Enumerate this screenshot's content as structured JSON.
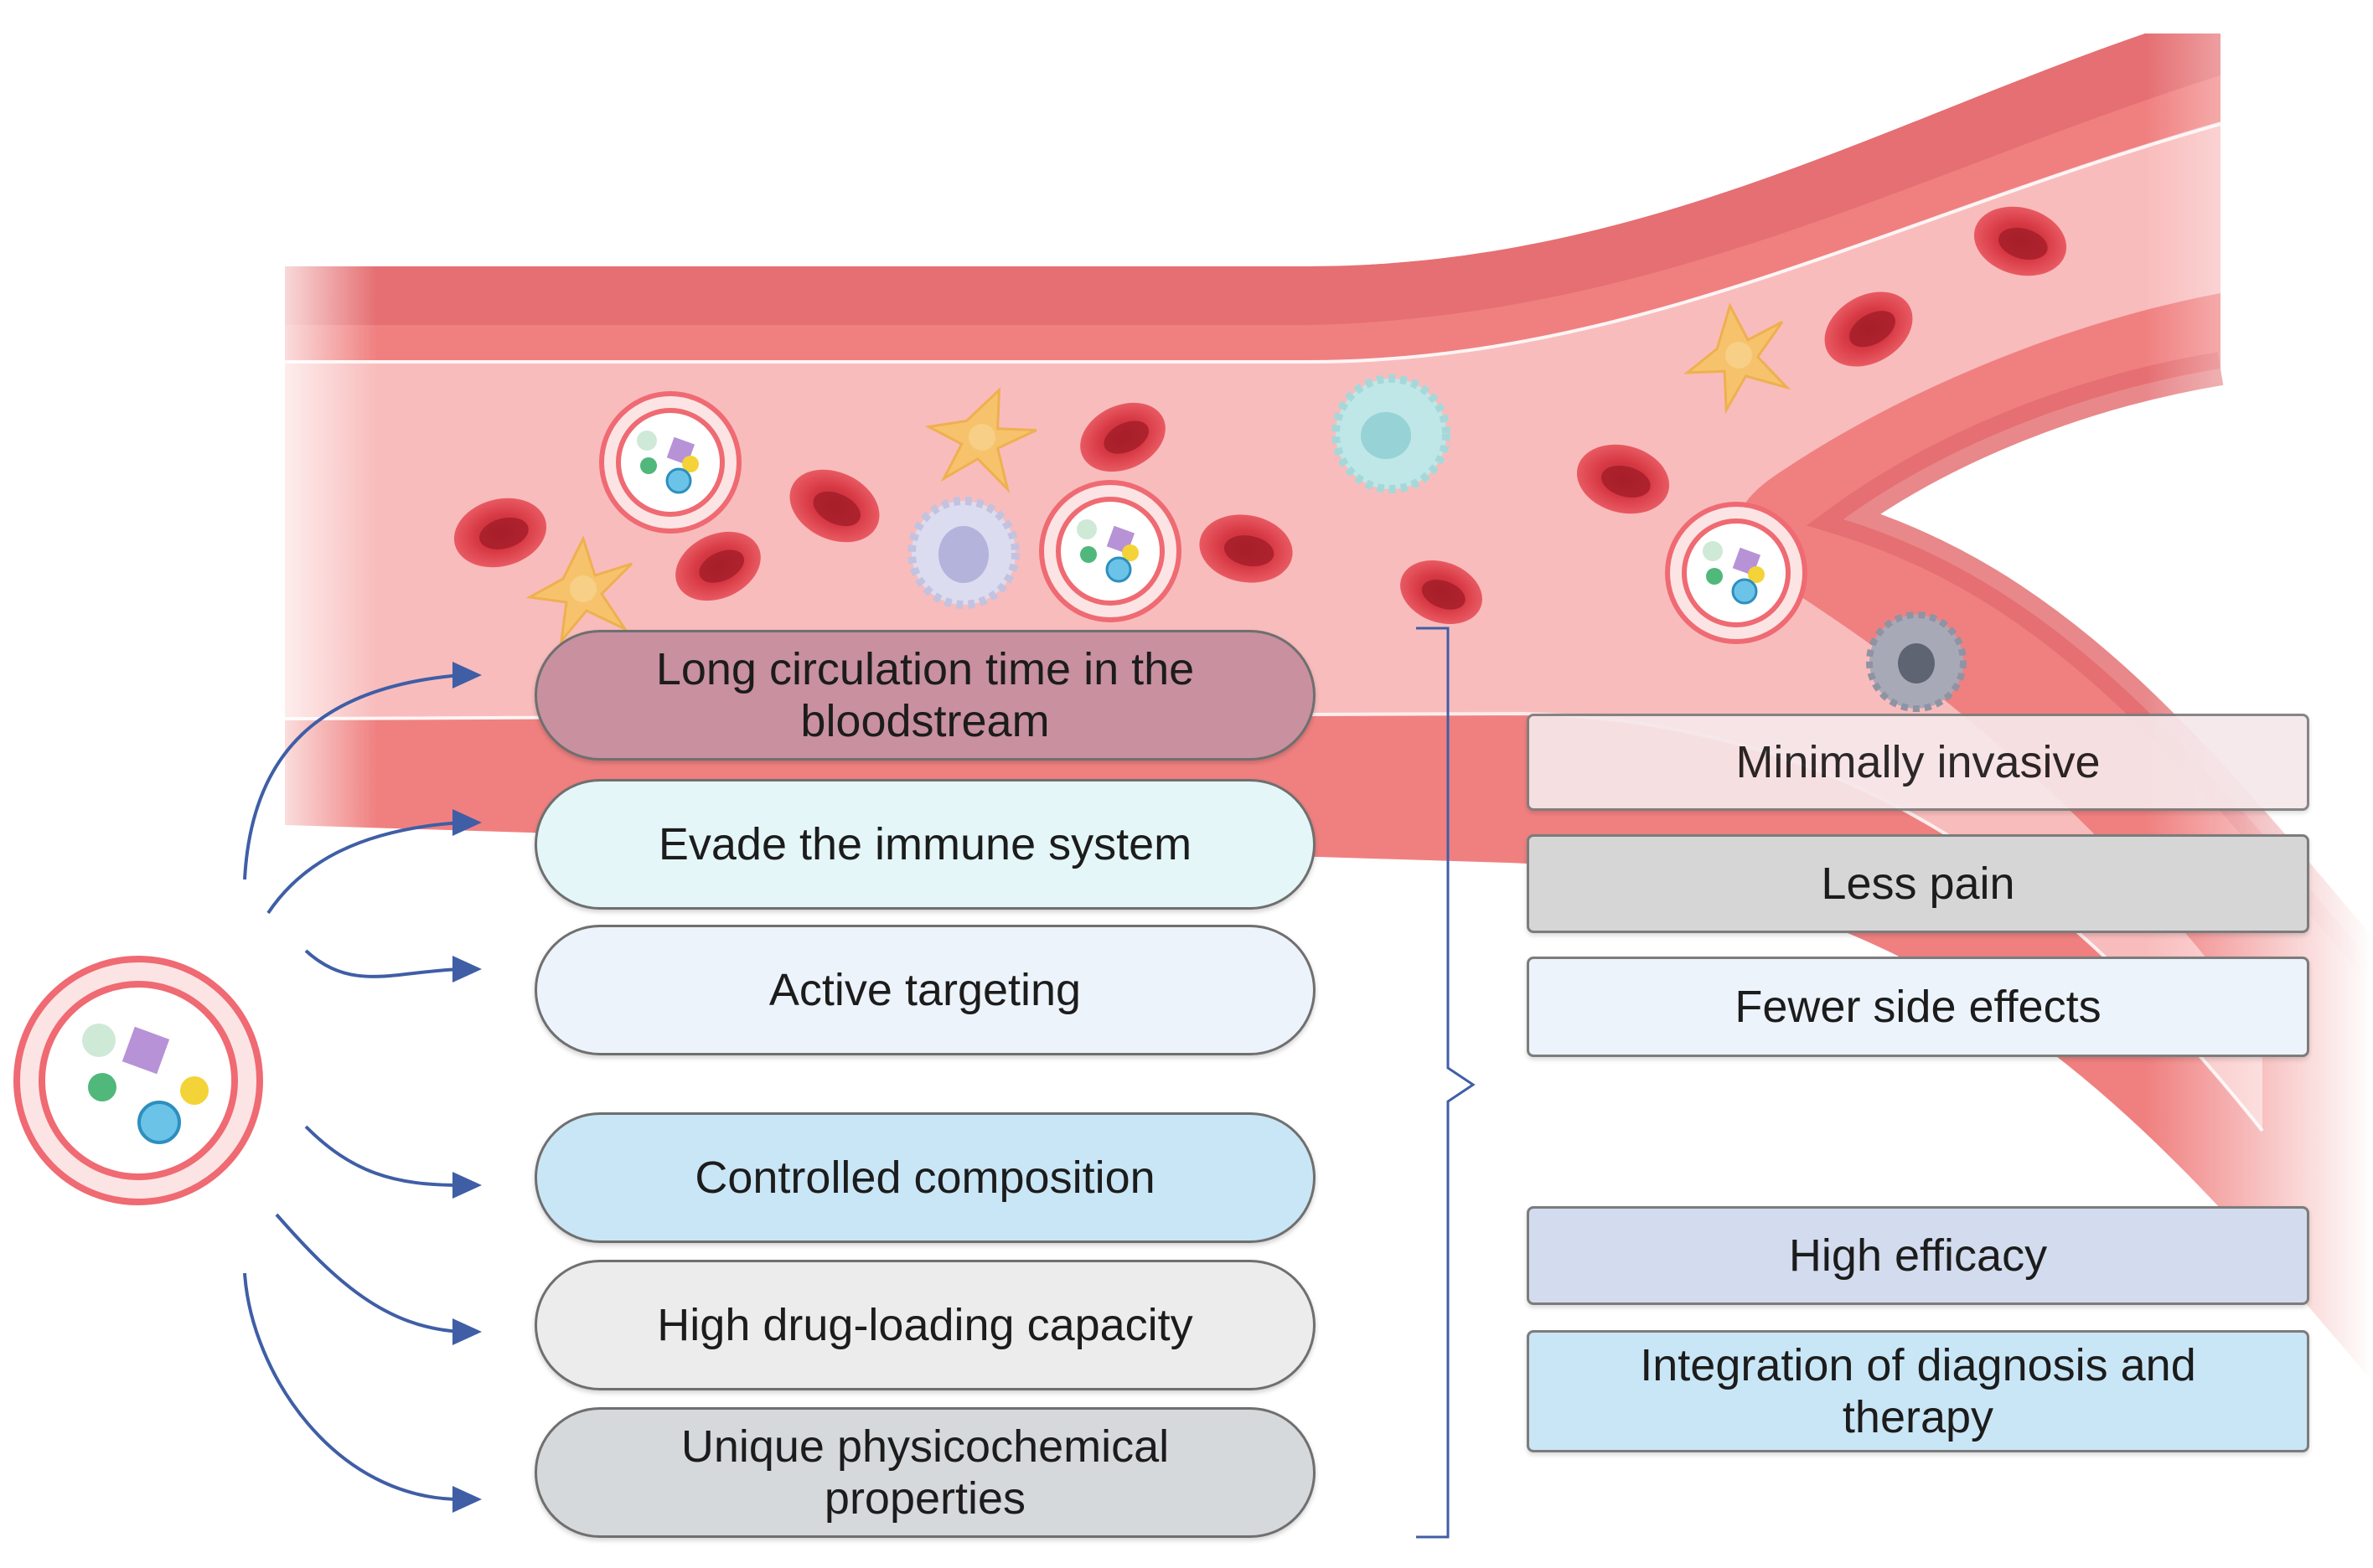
{
  "advantages": [
    {
      "text": "Long circulation time in the\nbloodstream",
      "color": "#c9909f"
    },
    {
      "text": "Evade the immune system",
      "color": "#e4f6f8"
    },
    {
      "text": "Active targeting",
      "color": "#edf3fb"
    },
    {
      "text": "Controlled composition",
      "color": "#c9e6f6"
    },
    {
      "text": "High drug-loading capacity",
      "color": "#ececec"
    },
    {
      "text": "Unique physicochemical\nproperties",
      "color": "#d6d9dc"
    }
  ],
  "benefits": [
    {
      "text": "Minimally invasive",
      "color": "#f6e8ea"
    },
    {
      "text": "Less pain",
      "color": "#d6d6d6"
    },
    {
      "text": "Fewer side effects",
      "color": "#edf3fb"
    },
    {
      "text": "High efficacy",
      "color": "#d3dcee"
    },
    {
      "text": "Integration of diagnosis and\ntherapy",
      "color": "#c9e6f6"
    }
  ],
  "colors": {
    "vessel_outer": "#f08080",
    "vessel_lumen": "#f9bcbc",
    "red_blood_cell": "#e0454f",
    "platelet": "#f6c36c",
    "arrow": "#3f5ea6",
    "nanoparticle_ring": "#ef6a72"
  }
}
